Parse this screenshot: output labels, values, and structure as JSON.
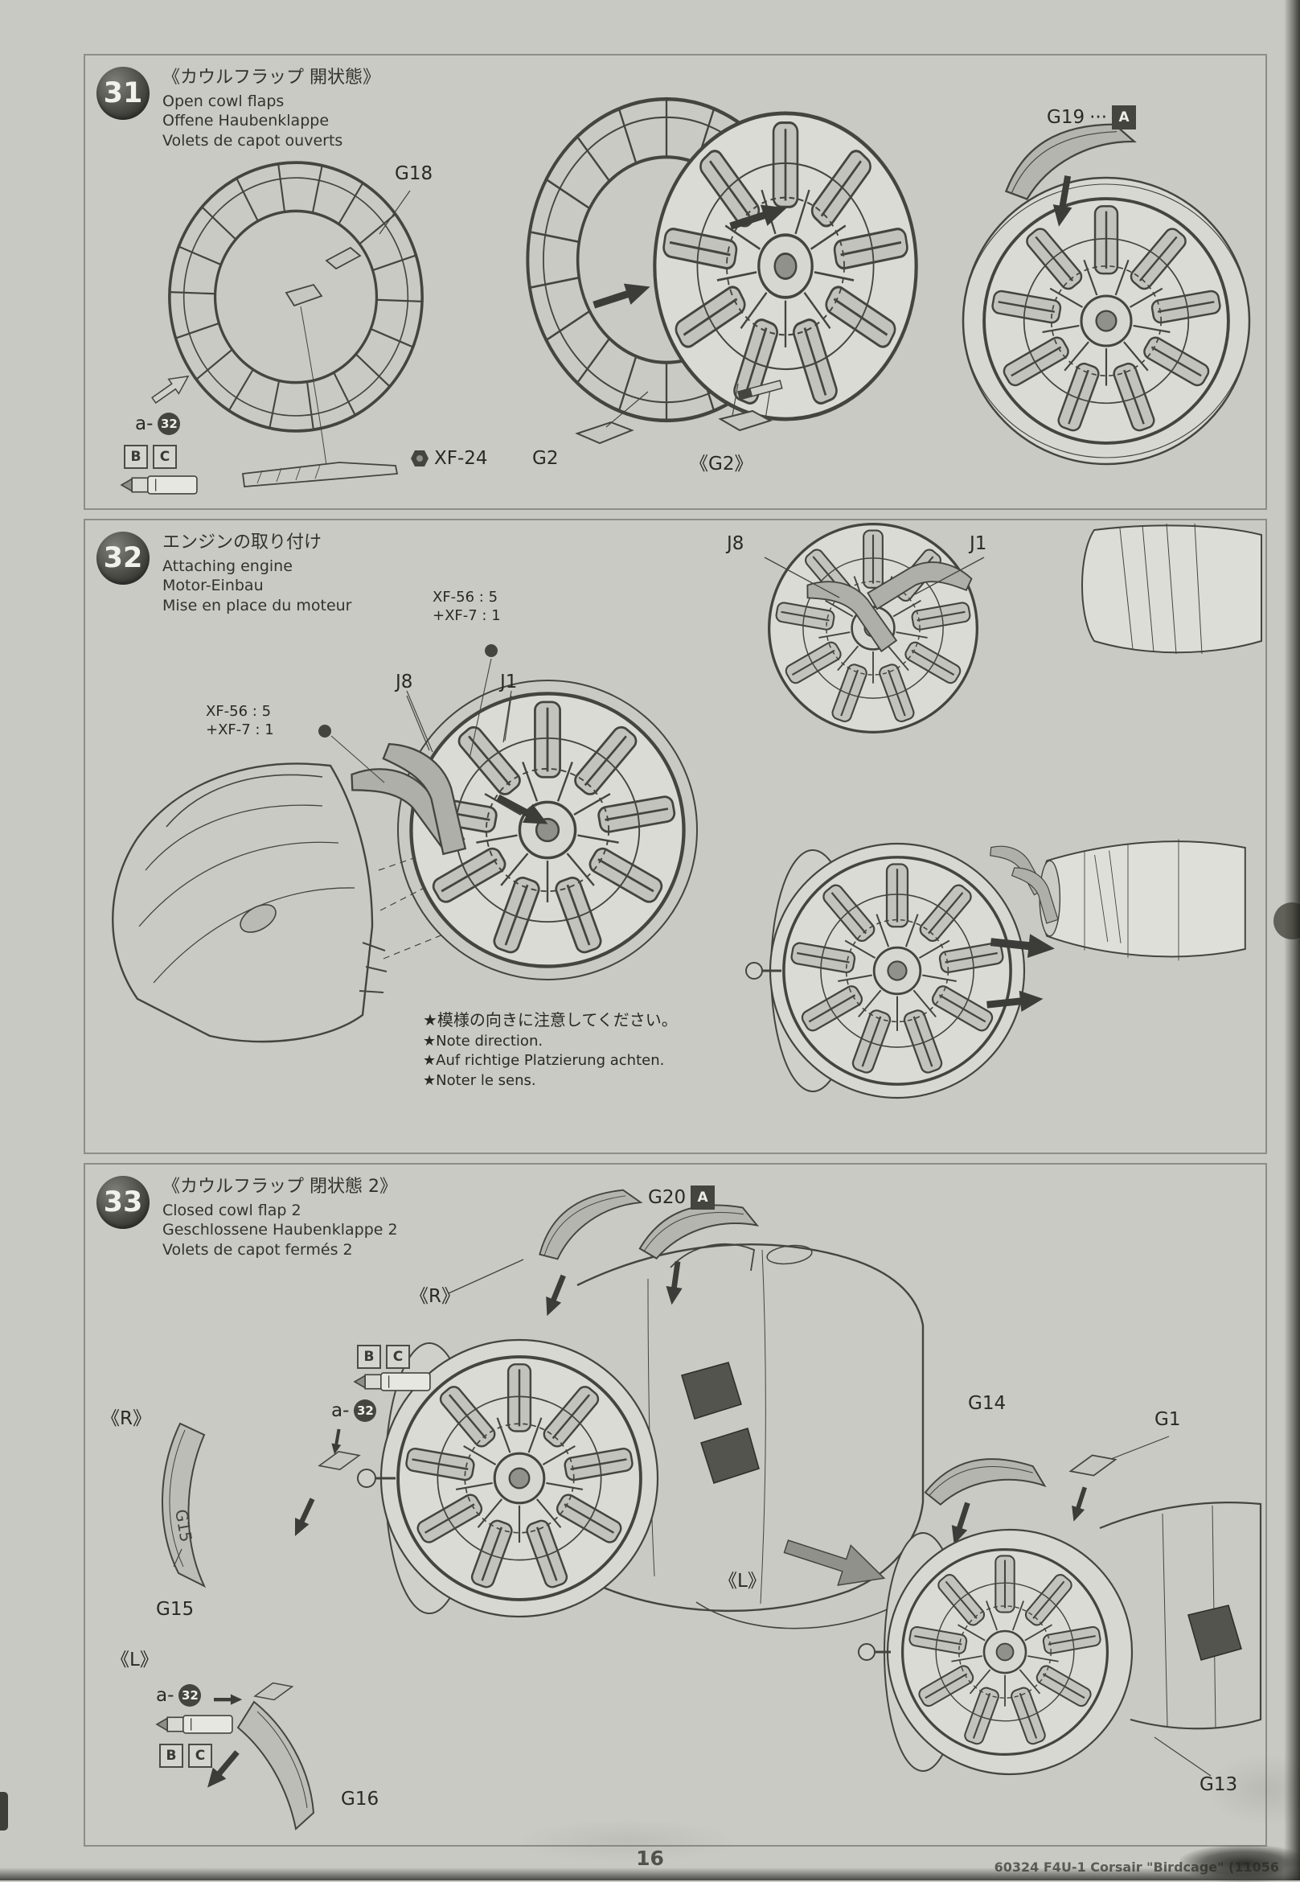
{
  "page": {
    "footer_page_number": "16",
    "footer_right": "60324 F4U-1 Corsair \"Birdcage\" (11056",
    "paper_color": "#c8c9c3",
    "line_color": "#45453f"
  },
  "step31": {
    "number": "31",
    "title_ja": "《カウルフラップ 開状態》",
    "title_en": "Open cowl flaps",
    "title_de": "Offene Haubenklappe",
    "title_fr": "Volets de capot ouverts",
    "label_g18": "G18",
    "label_g19": "G19",
    "label_g19_dots": "···",
    "label_g19_box": "A",
    "label_g2": "G2",
    "label_g2_alt": "《G2》",
    "label_xf24": "XF-24",
    "label_a32_prefix": "a-",
    "label_a32_num": "32",
    "box_b": "B",
    "box_c": "C"
  },
  "step32": {
    "number": "32",
    "title_ja": "エンジンの取り付け",
    "title_en": "Attaching engine",
    "title_de": "Motor-Einbau",
    "title_fr": "Mise en place du moteur",
    "label_j8_detail": "J8",
    "label_j1_detail": "J1",
    "label_j8": "J8",
    "label_j1": "J1",
    "paint1_line1": "XF-56 : 5",
    "paint1_line2": "+XF-7 : 1",
    "paint2_line1": "XF-56 : 5",
    "paint2_line2": "+XF-7 : 1",
    "note_ja": "★模様の向きに注意してください。",
    "note_en": "★Note direction.",
    "note_de": "★Auf richtige Platzierung achten.",
    "note_fr": "★Noter le sens."
  },
  "step33": {
    "number": "33",
    "title_ja": "《カウルフラップ 閉状態 2》",
    "title_en": "Closed cowl flap 2",
    "title_de": "Geschlossene Haubenklappe 2",
    "title_fr": "Volets de capot fermés 2",
    "label_g20": "G20",
    "label_g20_box": "A",
    "label_r_top": "《R》",
    "label_r_left": "《R》",
    "label_l_mid": "《L》",
    "label_l_left": "《L》",
    "label_g15": "G15",
    "label_g14": "G14",
    "label_g1": "G1",
    "label_g16": "G16",
    "label_g13": "G13",
    "label_a32_prefix": "a-",
    "label_a32_num": "32",
    "box_b": "B",
    "box_c": "C"
  }
}
